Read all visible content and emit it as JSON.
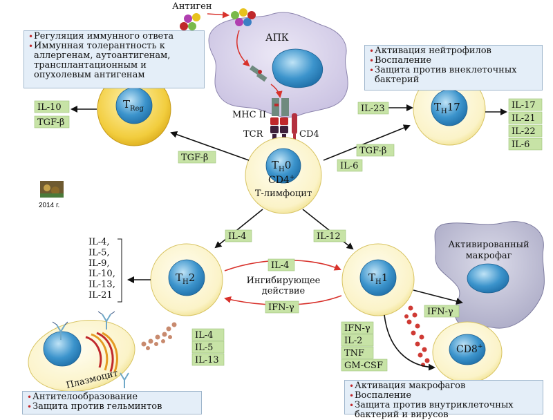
{
  "antigen_label": "Антиген",
  "apc_label": "АПК",
  "mhc_label": "MHC II",
  "tcr_label": "TCR",
  "cd4_label": "CD4",
  "treg": {
    "main": "T",
    "sub": "Reg"
  },
  "th17": {
    "main": "T",
    "sub": "H",
    "suffix": "17"
  },
  "th0": {
    "main": "T",
    "sub": "H",
    "suffix": "0",
    "line2": "CD4",
    "line2_sup": "+",
    "line3": "Т-лимфоцит"
  },
  "th2": {
    "main": "T",
    "sub": "H",
    "suffix": "2"
  },
  "th1": {
    "main": "T",
    "sub": "H",
    "suffix": "1"
  },
  "cd8": {
    "main": "CD8",
    "sup": "+"
  },
  "macrophage_label": {
    "line1": "Активированный",
    "line2": "макрофаг"
  },
  "plasma_label": "Плазмоцит",
  "year_label": "2014 г.",
  "inhibitory_label": {
    "line1": "Ингибирующее",
    "line2": "действие"
  },
  "treg_box": [
    "Регуляция иммунного ответа",
    "Иммунная толерантность к\nаллергенам, аутоантигенам,\nтрансплантационным и\nопухолевым антигенам"
  ],
  "th17_box": [
    "Активация нейтрофилов",
    "Воспаление",
    "Защита против внеклеточных\nбактерий"
  ],
  "th2_box": [
    "Антителообразование",
    "Защита против гельминтов"
  ],
  "th1_box": [
    "Активация макрофагов",
    "Воспаление",
    "Защита против внутриклеточных\nбактерий и вирусов"
  ],
  "cytokines": {
    "treg_out": [
      "IL-10",
      "TGF-β"
    ],
    "to_treg": "TGF-β",
    "il23": "IL-23",
    "to_th17": [
      "TGF-β",
      "IL-6"
    ],
    "th17_out": [
      "IL-17",
      "IL-21",
      "IL-22",
      "IL-6"
    ],
    "to_th2": "IL-4",
    "to_th1": "IL-12",
    "th2_out_list": [
      "IL-4,",
      "IL-5,",
      "IL-9,",
      "IL-10,",
      "IL-13,",
      "IL-21"
    ],
    "th2_to_th1": "IL-4",
    "th1_to_th2": "IFN-γ",
    "th2_plasma": [
      "IL-4",
      "IL-5",
      "IL-13"
    ],
    "th1_out": [
      "IFN-γ",
      "IL-2",
      "TNF",
      "GM-CSF"
    ],
    "th1_macro": "IFN-γ"
  },
  "colors": {
    "green_box": "#c7e3a6",
    "cell_fill": "#fbf6d8",
    "cell_edge": "#e0d38a",
    "nucleus": "#5aa9d6",
    "treg_fill": "#f0cf52",
    "apc_fill": "#dcd5ec",
    "macro_fill": "#c9c8d9",
    "red_arrow": "#d8322c"
  }
}
